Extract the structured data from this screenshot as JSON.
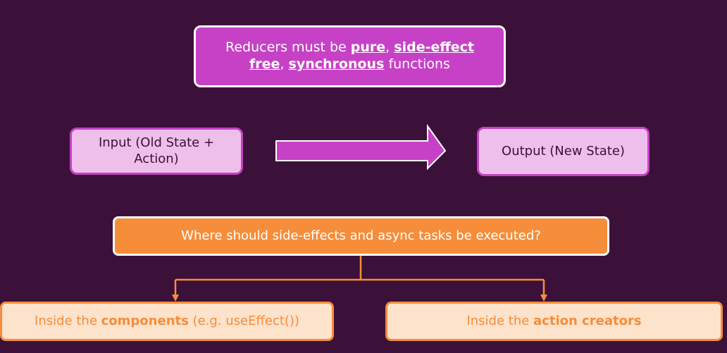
{
  "top": {
    "prefix": "Reducers must be ",
    "pure": "pure",
    "sep1": ", ",
    "side_effect_free": "side-effect free",
    "sep2": ", ",
    "synchronous": "synchronous",
    "suffix": " functions"
  },
  "flow": {
    "input": "Input (Old State + Action)",
    "output": "Output (New State)"
  },
  "question": "Where should side-effects and async tasks be executed?",
  "options": {
    "left": {
      "prefix": "Inside the ",
      "bold": "components",
      "suffix": " (e.g. useEffect())"
    },
    "right": {
      "prefix": "Inside the ",
      "bold": "action creators"
    }
  },
  "colors": {
    "background": "#3b1139",
    "magenta": "#c641c6",
    "light_pink": "#eebfeb",
    "orange": "#f58d3a",
    "light_orange": "#fde2cc"
  }
}
